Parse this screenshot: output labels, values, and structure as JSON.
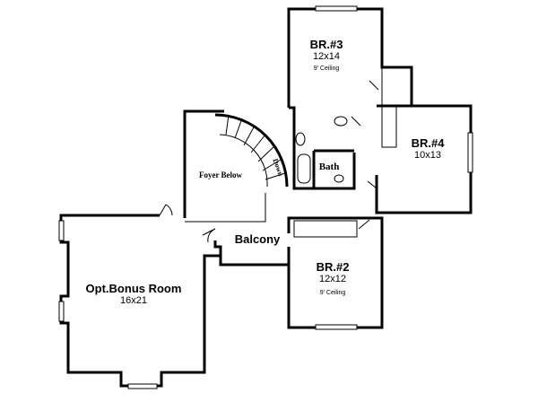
{
  "rooms": {
    "br3": {
      "name": "BR.#3",
      "size": "12x14",
      "note": "9' Ceiling"
    },
    "br4": {
      "name": "BR.#4",
      "size": "10x13"
    },
    "br2": {
      "name": "BR.#2",
      "size": "12x12",
      "note": "9' Ceiling"
    },
    "bonus": {
      "name": "Opt.Bonus Room",
      "size": "16x21"
    },
    "foyer": {
      "name": "Foyer Below"
    },
    "bath": {
      "name": "Bath"
    },
    "balcony": {
      "name": "Balcony"
    },
    "stair": {
      "label": "Down"
    }
  }
}
